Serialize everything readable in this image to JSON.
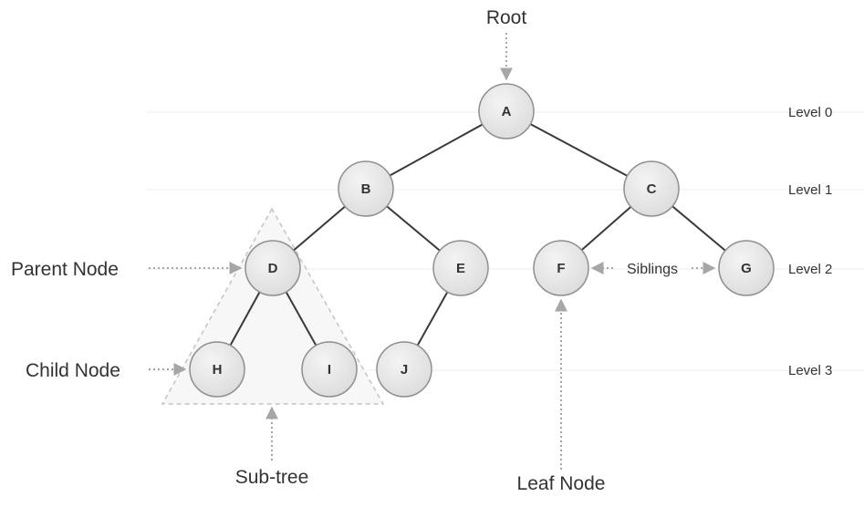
{
  "diagram": {
    "annotations": {
      "root": "Root",
      "parent_node": "Parent Node",
      "child_node": "Child Node",
      "sub_tree": "Sub-tree",
      "leaf_node": "Leaf Node",
      "siblings": "Siblings"
    },
    "levels": [
      "Level 0",
      "Level 1",
      "Level 2",
      "Level 3"
    ],
    "nodes": {
      "A": "A",
      "B": "B",
      "C": "C",
      "D": "D",
      "E": "E",
      "F": "F",
      "G": "G",
      "H": "H",
      "I": "I",
      "J": "J"
    },
    "edges": [
      [
        "A",
        "B"
      ],
      [
        "A",
        "C"
      ],
      [
        "B",
        "D"
      ],
      [
        "B",
        "E"
      ],
      [
        "C",
        "F"
      ],
      [
        "C",
        "G"
      ],
      [
        "D",
        "H"
      ],
      [
        "D",
        "I"
      ],
      [
        "E",
        "J"
      ]
    ],
    "colors": {
      "node_fill": "#e6e6e6",
      "node_stroke": "#8f8f8f",
      "edge": "#3a3a3a",
      "level_line": "#ececec",
      "dotted_arrow": "#a6a6a6",
      "text": "#333333"
    }
  }
}
